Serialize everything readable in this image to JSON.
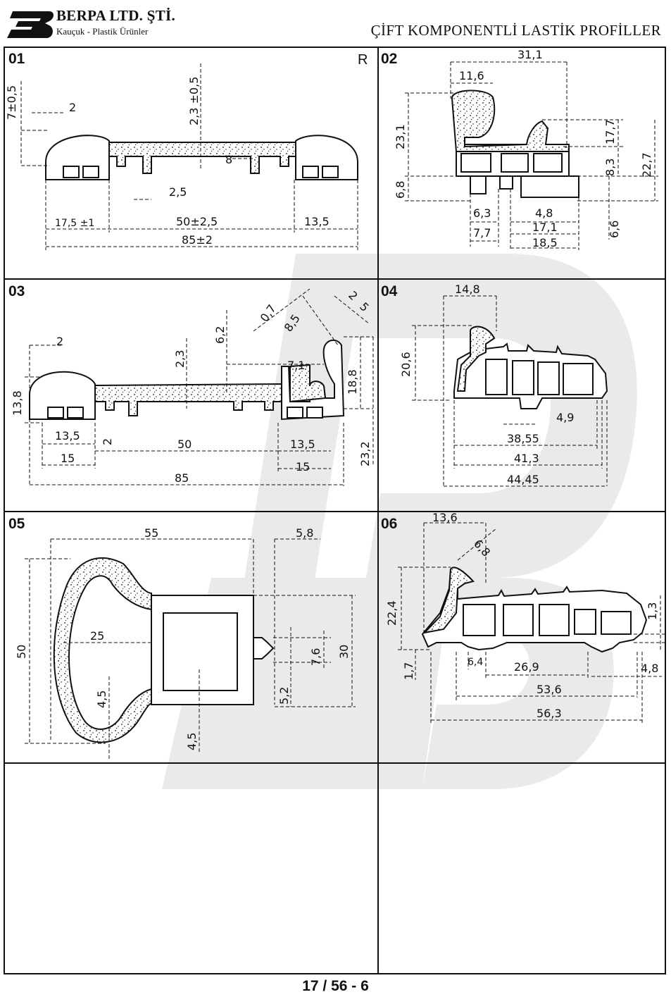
{
  "header": {
    "company": "BERPA LTD. ŞTİ.",
    "tagline": "Kauçuk - Plastik Ürünler",
    "title": "ÇİFT KOMPONENTLİ LASTİK PROFİLLER"
  },
  "footer": {
    "page": "17 / 56 - 6"
  },
  "colors": {
    "ink": "#111111",
    "watermark": "#d8d8d8",
    "paper": "#ffffff"
  },
  "profiles": [
    {
      "number": "01",
      "mark": "R",
      "dims": {
        "a": "7±0,5",
        "b": "2",
        "c": "2,3  ±0,5",
        "d": "8",
        "e": "2,5",
        "f": "17,5  ±1",
        "g": "50±2,5",
        "h": "13,5",
        "i": "85±2"
      }
    },
    {
      "number": "02",
      "dims": {
        "a": "31,1",
        "b": "11,6",
        "c": "23,1",
        "d": "6,8",
        "e": "17,7",
        "f": "8,3",
        "g": "22,7",
        "h": "6,6",
        "i": "6,3",
        "j": "4,8",
        "k": "7,7",
        "l": "17,1",
        "m": "18,5"
      }
    },
    {
      "number": "03",
      "dims": {
        "a": "0,7",
        "b": "8,5",
        "c": "2",
        "d": "5",
        "e": "2",
        "f": "6,2",
        "g": "2,3",
        "h": "7,1",
        "i": "18,8",
        "j": "13,8",
        "k": "13,5",
        "l": "2",
        "m": "50",
        "n": "13,5",
        "o": "23,2",
        "p": "15",
        "q": "15",
        "r": "85"
      }
    },
    {
      "number": "04",
      "dims": {
        "a": "14,8",
        "b": "20,6",
        "c": "4,9",
        "d": "38,55",
        "e": "41,3",
        "f": "44,45"
      }
    },
    {
      "number": "05",
      "dims": {
        "a": "55",
        "b": "5,8",
        "c": "50",
        "d": "25",
        "e": "7,6",
        "f": "30",
        "g": "4,5",
        "h": "5,2",
        "i": "4,5"
      }
    },
    {
      "number": "06",
      "dims": {
        "a": "13,6",
        "b": "6,8",
        "c": "22,4",
        "d": "1,3",
        "e": "1,7",
        "f": "6,4",
        "g": "26,9",
        "h": "4,8",
        "i": "53,6",
        "j": "56,3"
      }
    }
  ]
}
